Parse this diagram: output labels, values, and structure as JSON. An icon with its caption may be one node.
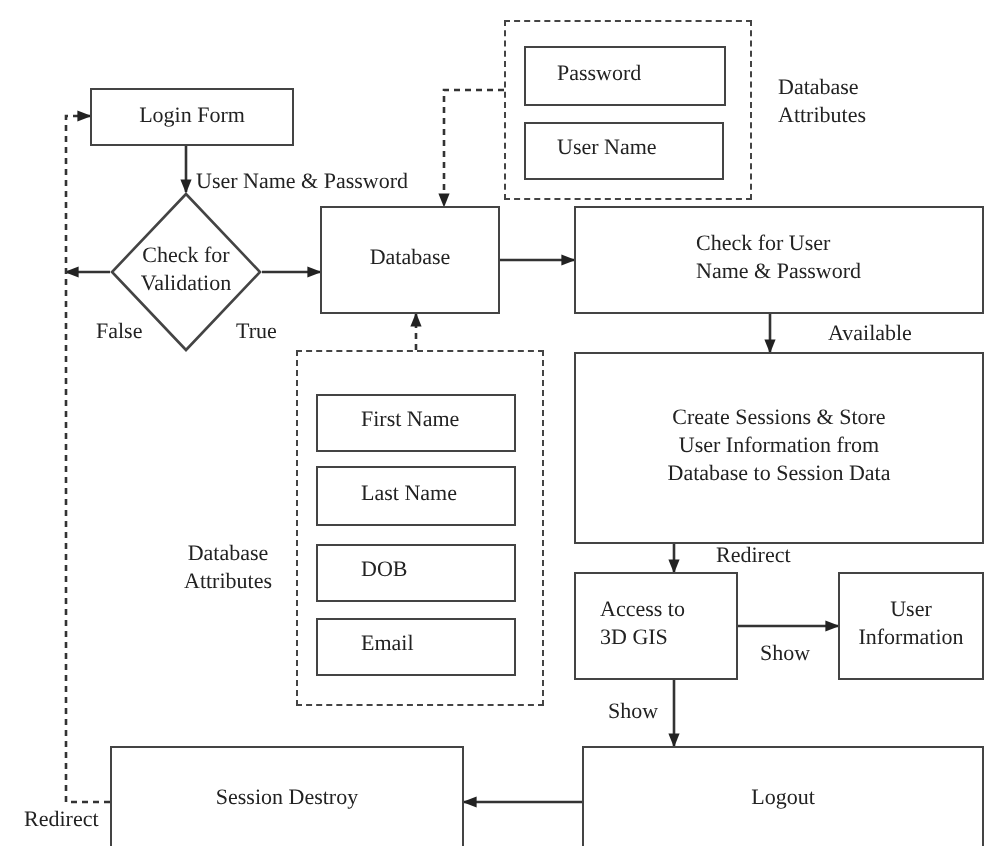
{
  "diagram": {
    "nodes": [
      {
        "text": [
          "Login Form"
        ]
      },
      {
        "text": [
          "Check for Validation"
        ]
      },
      {
        "text": [
          "Database"
        ]
      },
      {
        "text": [
          "Database Attributes"
        ]
      },
      {
        "text": [
          "Password"
        ],
        "in": 3
      },
      {
        "text": [
          "User Name"
        ],
        "in": 3
      },
      {
        "text": [
          "Check for User Name & Password"
        ]
      },
      {
        "text": [
          "Create Sessions & Store User Information from Database to Session Data"
        ]
      },
      {
        "text": [
          "Database Attributes"
        ]
      },
      {
        "text": [
          "First Name"
        ],
        "in": 8
      },
      {
        "text": [
          "Last Name"
        ],
        "in": 8
      },
      {
        "text": [
          "DOB"
        ],
        "in": 8
      },
      {
        "text": [
          "Email"
        ],
        "in": 8
      },
      {
        "text": [
          "Access to 3D GIS"
        ]
      },
      {
        "text": [
          "User Information"
        ]
      },
      {
        "text": [
          "Logout"
        ]
      },
      {
        "text": [
          "Session Destroy"
        ]
      }
    ],
    "edges": [
      {
        "from": 0,
        "to": 1,
        "arrow": "to",
        "label": "User Name & Password"
      },
      {
        "from": 1,
        "to": 2,
        "arrow": "to",
        "label": "True"
      },
      {
        "from": 1,
        "to": null,
        "arrow": "to",
        "label": "False"
      },
      {
        "from": 2,
        "to": 6,
        "arrow": "to"
      },
      {
        "from": 3,
        "to": 2,
        "arrow": "to",
        "style": "dashed"
      },
      {
        "from": 8,
        "to": 2,
        "arrow": "to",
        "style": "dashed"
      },
      {
        "from": 6,
        "to": 7,
        "arrow": "to",
        "label": "Available"
      },
      {
        "from": 7,
        "to": 13,
        "arrow": "to",
        "label": "Redirect"
      },
      {
        "from": 13,
        "to": 14,
        "arrow": "to",
        "label": "Show"
      },
      {
        "from": 13,
        "to": 15,
        "arrow": "to",
        "label": "Show"
      },
      {
        "from": 15,
        "to": 16,
        "arrow": "to"
      },
      {
        "from": 16,
        "to": 0,
        "arrow": "to",
        "label": "Redirect",
        "style": "dashed"
      }
    ]
  }
}
